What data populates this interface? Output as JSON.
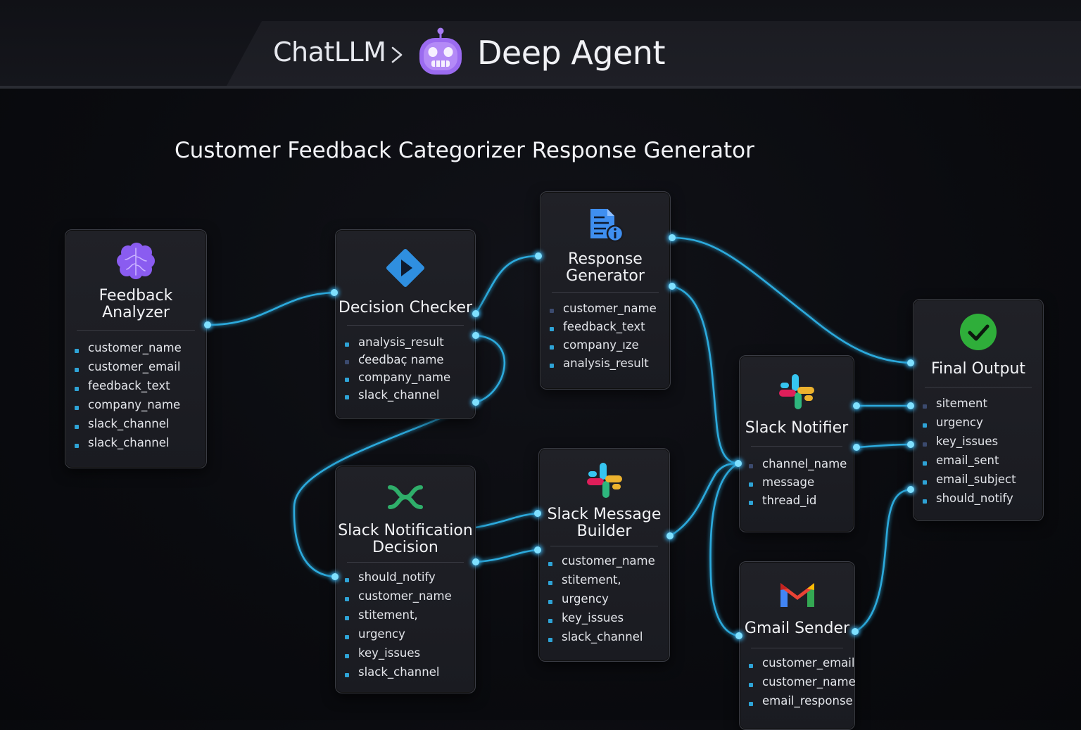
{
  "header": {
    "breadcrumb_root": "ChatLLM",
    "page_title": "Deep Agent"
  },
  "diagram": {
    "title": "Customer Feedback Categorizer Response Generator"
  },
  "nodes": {
    "feedback_analyzer": {
      "title_line1": "Feedback",
      "title_line2": "Analyzer",
      "fields": [
        "customer_name",
        "customer_email",
        "feedback_text",
        "company_name",
        "slack_channel",
        "slack_channel"
      ]
    },
    "decision_checker": {
      "title": "Decision Checker",
      "fields": [
        "analysis_result",
        "ƈeedbac̣ name",
        "company_name",
        "slack_channel"
      ]
    },
    "response_generator": {
      "title_line1": "Response",
      "title_line2": "Generator",
      "fields": [
        "customer_name",
        "feedback_text",
        "company_ıze",
        "analysis_result"
      ]
    },
    "slack_notification_decision": {
      "title_line1": "Slack Notification",
      "title_line2": "Decision",
      "fields": [
        "should_notify",
        "customer_name",
        "stitement,",
        "urgency",
        "key_issues",
        "slack_channel"
      ]
    },
    "slack_message_builder": {
      "title_line1": "Slack Message",
      "title_line2": "Builder",
      "fields": [
        "customer_name",
        "stitement,",
        "urgency",
        "key_issues",
        "slack_channel"
      ]
    },
    "slack_notifier": {
      "title": "Slack Notifier",
      "fields": [
        "channel_name",
        "message",
        "thread_id"
      ]
    },
    "gmail_sender": {
      "title": "Gmail Sender",
      "fields": [
        "customer_email",
        "customer_name",
        "email_response"
      ]
    },
    "final_output": {
      "title": "Final Output",
      "fields": [
        "sitement",
        "urgency",
        "key_issues",
        "email_sent",
        "email_subject",
        "should_notify"
      ]
    }
  },
  "icons": {
    "agent": "robot-icon",
    "feedback_analyzer": "brain-icon",
    "decision_checker": "diamond-decision-icon",
    "response_generator": "document-info-icon",
    "slack_notification_decision": "branch-split-icon",
    "slack_message_builder": "slack-icon",
    "slack_notifier": "slack-icon",
    "gmail_sender": "gmail-icon",
    "final_output": "check-circle-icon"
  },
  "colors": {
    "background": "#0a0b0f",
    "node_bg": "#1e1f25",
    "wire": "#2fb3e8",
    "port": "#7fe0ff",
    "bullet": "#2ea3d6",
    "robot": "#9b6bf0",
    "brain": "#8a5cf0",
    "decision": "#2f8fe0",
    "document": "#3f8ff0",
    "branch": "#2fae6a",
    "check": "#2fae3a"
  }
}
